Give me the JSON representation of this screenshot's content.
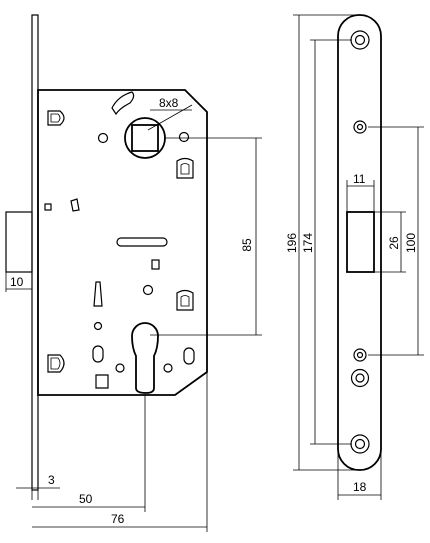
{
  "dimensions": {
    "spindle_square": "8x8",
    "backset_spindle_to_cylinder": "85",
    "faceplate_height": "196",
    "hole_spacing": "174",
    "latch_width": "11",
    "latch_height": "26",
    "strike_hole_spacing": "100",
    "faceplate_width": "18",
    "forend_thickness": "10",
    "plate_offset": "3",
    "backset": "50",
    "case_depth": "76"
  }
}
